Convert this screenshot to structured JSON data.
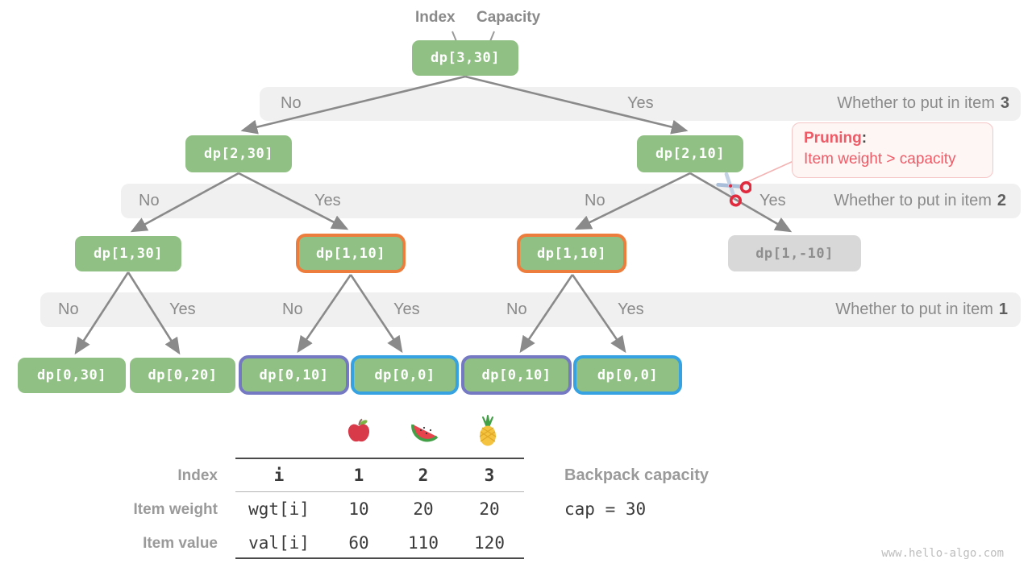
{
  "header": {
    "index_label": "Index",
    "capacity_label": "Capacity"
  },
  "nodes": {
    "root": "dp[3,30]",
    "n2_30": "dp[2,30]",
    "n2_10": "dp[2,10]",
    "n1_30": "dp[1,30]",
    "n1_10a": "dp[1,10]",
    "n1_10b": "dp[1,10]",
    "n1_neg10": "dp[1,-10]",
    "n0_30": "dp[0,30]",
    "n0_20": "dp[0,20]",
    "n0_10a": "dp[0,10]",
    "n0_0a": "dp[0,0]",
    "n0_10b": "dp[0,10]",
    "n0_0b": "dp[0,0]"
  },
  "bands": {
    "item3": {
      "labels": [
        "No",
        "Yes"
      ],
      "title": "Whether to put in item",
      "item_num": "3"
    },
    "item2": {
      "labels": [
        "No",
        "Yes",
        "No",
        "Yes"
      ],
      "title": "Whether to put in item",
      "item_num": "2"
    },
    "item1": {
      "labels": [
        "No",
        "Yes",
        "No",
        "Yes",
        "No",
        "Yes"
      ],
      "title": "Whether to put in item",
      "item_num": "1"
    }
  },
  "pruning": {
    "title": "Pruning",
    "colon": ":",
    "body": "Item weight > capacity"
  },
  "table": {
    "row_labels": [
      "Index",
      "Item weight",
      "Item value"
    ],
    "index_row": [
      "i",
      "1",
      "2",
      "3"
    ],
    "weight_row": [
      "wgt[i]",
      "10",
      "20",
      "20"
    ],
    "value_row": [
      "val[i]",
      "60",
      "110",
      "120"
    ]
  },
  "capacity": {
    "label": "Backpack capacity",
    "code": "cap = 30"
  },
  "watermark": "www.hello-algo.com",
  "icons": {
    "fruits": [
      "apple-icon",
      "watermelon-icon",
      "pineapple-icon"
    ],
    "cut": "scissors-icon"
  },
  "colors": {
    "node_green": "#90C083",
    "pruned_gray": "#D8D8D8",
    "highlight_orange": "#ED7D3C",
    "highlight_purple": "#7579C4",
    "highlight_blue": "#36A2E2",
    "band_gray": "#F0F0F0",
    "accent_red": "#EE5B66"
  }
}
